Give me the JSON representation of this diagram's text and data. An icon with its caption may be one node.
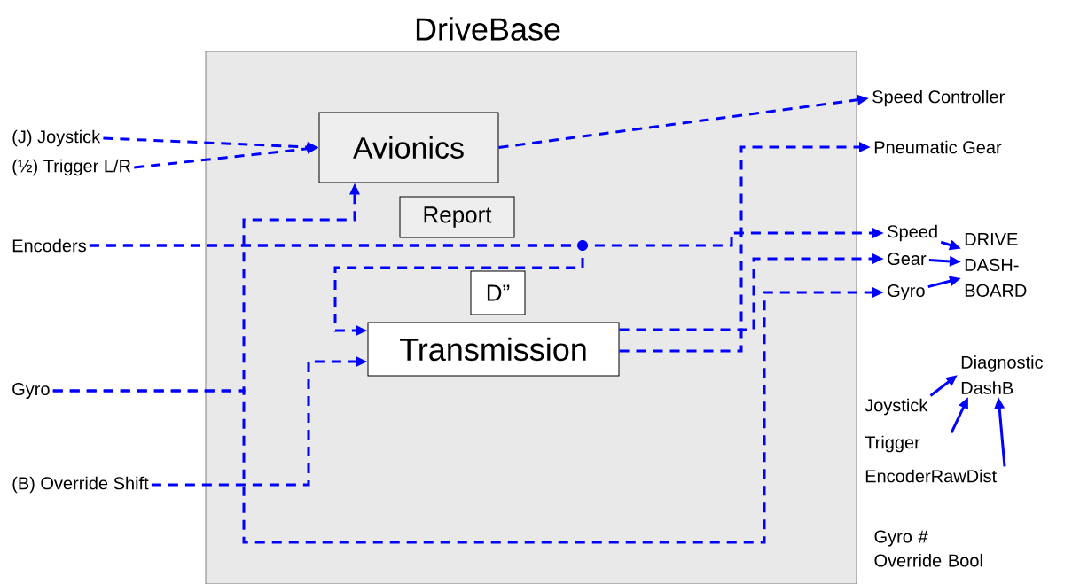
{
  "diagram": {
    "nodes": [
      {
        "text": [
          "DriveBase"
        ]
      },
      {
        "text": [
          "Avionics"
        ],
        "in": 0
      },
      {
        "text": [
          "Report"
        ],
        "in": 0
      },
      {
        "text": [
          "D”"
        ],
        "in": 0
      },
      {
        "text": [
          "Transmission"
        ],
        "in": 0
      },
      {
        "text": [
          "(J) Joystick"
        ]
      },
      {
        "text": [
          "(½) Trigger L/R"
        ]
      },
      {
        "text": [
          "Encoders"
        ]
      },
      {
        "text": [
          "Gyro"
        ]
      },
      {
        "text": [
          "(B) Override Shift"
        ]
      },
      {
        "text": [
          "Speed Controller"
        ]
      },
      {
        "text": [
          "Pneumatic Gear"
        ]
      },
      {
        "text": [
          "Speed"
        ]
      },
      {
        "text": [
          "Gear"
        ]
      },
      {
        "text": [
          "Gyro"
        ]
      },
      {
        "text": [
          "DRIVE DASH- BOARD"
        ]
      },
      {
        "text": [
          "Diagnostic DashB"
        ]
      },
      {
        "text": [
          "Joystick"
        ]
      },
      {
        "text": [
          "Trigger"
        ]
      },
      {
        "text": [
          "EncoderRawDist"
        ]
      }
    ],
    "edges": [
      {
        "from": 5,
        "to": 1,
        "arrow": "to",
        "style": "dashed"
      },
      {
        "from": 6,
        "to": 1,
        "arrow": "to",
        "style": "dashed"
      },
      {
        "from": 1,
        "to": 10,
        "arrow": "to",
        "style": "dashed"
      },
      {
        "from": 8,
        "to": 1,
        "arrow": "to",
        "style": "dashed"
      },
      {
        "from": 8,
        "to": 14,
        "arrow": "to",
        "style": "dashed"
      },
      {
        "from": 7,
        "to": 12,
        "arrow": "to",
        "style": "dashed"
      },
      {
        "from": 7,
        "to": 4,
        "arrow": "to",
        "style": "dashed"
      },
      {
        "from": 9,
        "to": 4,
        "arrow": "to",
        "style": "dashed"
      },
      {
        "from": 4,
        "to": 11,
        "arrow": "to",
        "style": "dashed"
      },
      {
        "from": 4,
        "to": 13,
        "arrow": "to",
        "style": "dashed"
      },
      {
        "from": 12,
        "to": 15,
        "arrow": "to"
      },
      {
        "from": 13,
        "to": 15,
        "arrow": "to"
      },
      {
        "from": 14,
        "to": 15,
        "arrow": "to"
      },
      {
        "from": 17,
        "to": 16,
        "arrow": "to"
      },
      {
        "from": 18,
        "to": 16,
        "arrow": "to"
      },
      {
        "from": 19,
        "to": 16,
        "arrow": "to"
      }
    ],
    "labels": [
      "Gyro # Override Bool"
    ]
  }
}
